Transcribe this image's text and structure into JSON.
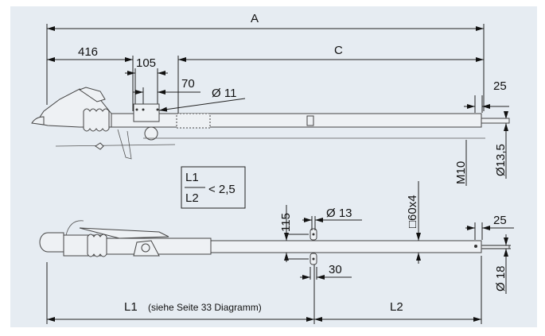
{
  "colors": {
    "background": "#e6ecf2",
    "line": "#222222"
  },
  "top_view": {
    "dim_A": "A",
    "dim_416": "416",
    "dim_105": "105",
    "dim_C": "C",
    "dim_70": "70",
    "dim_d11": "Ø 11",
    "dim_25": "25",
    "dim_M10": "M10",
    "dim_d13_5": "Ø13,5"
  },
  "ratio_box": {
    "numerator": "L1",
    "denominator": "L2",
    "condition": "< 2,5"
  },
  "bottom_view": {
    "dim_115": "115",
    "dim_d13": "Ø 13",
    "dim_square": "□60x4",
    "dim_25": "25",
    "dim_30": "30",
    "dim_d18": "Ø 18",
    "dim_L1": "L1",
    "dim_L1_note": "(siehe Seite 33 Diagramm)",
    "dim_L2": "L2"
  }
}
